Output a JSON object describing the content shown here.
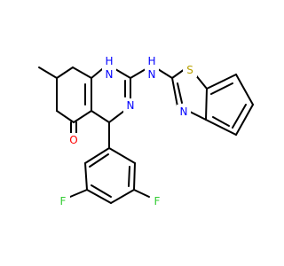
{
  "molecule": {
    "atom_labels": {
      "n1": "N",
      "h_n1": "H",
      "n3": "N",
      "nh_link": "N",
      "h_link": "H",
      "s_thiazole": "S",
      "n_thiazole": "N",
      "o_ketone": "O",
      "f_left": "F",
      "f_right": "F"
    },
    "colors": {
      "bond": "#000000",
      "nitrogen": "#0000ff",
      "sulfur": "#b8a000",
      "oxygen": "#ff0000",
      "fluorine": "#33cc33"
    }
  }
}
